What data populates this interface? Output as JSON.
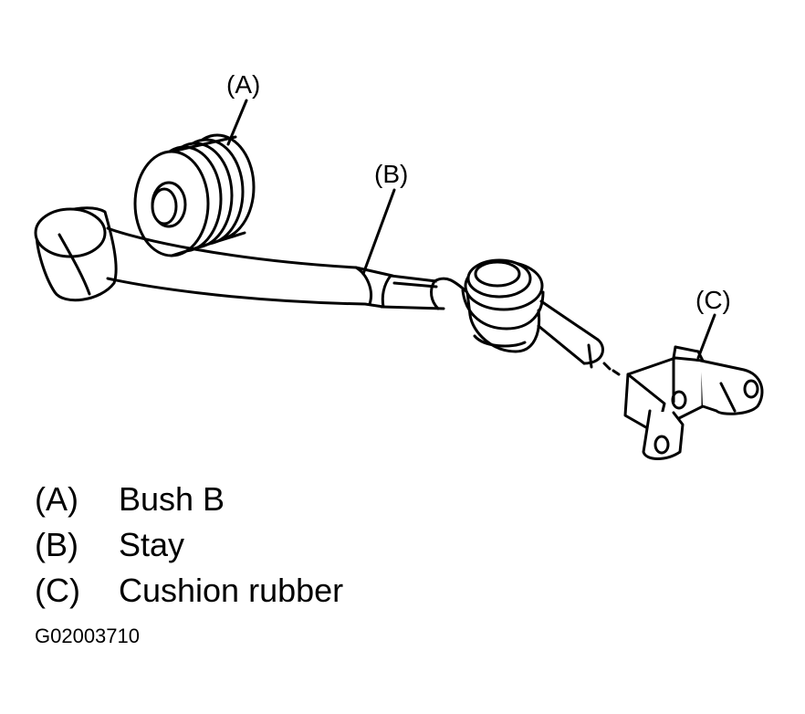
{
  "callouts": {
    "a": "(A)",
    "b": "(B)",
    "c": "(C)"
  },
  "legend": [
    {
      "key": "(A)",
      "label": "Bush B"
    },
    {
      "key": "(B)",
      "label": "Stay"
    },
    {
      "key": "(C)",
      "label": "Cushion rubber"
    }
  ],
  "figure_code": "G02003710"
}
